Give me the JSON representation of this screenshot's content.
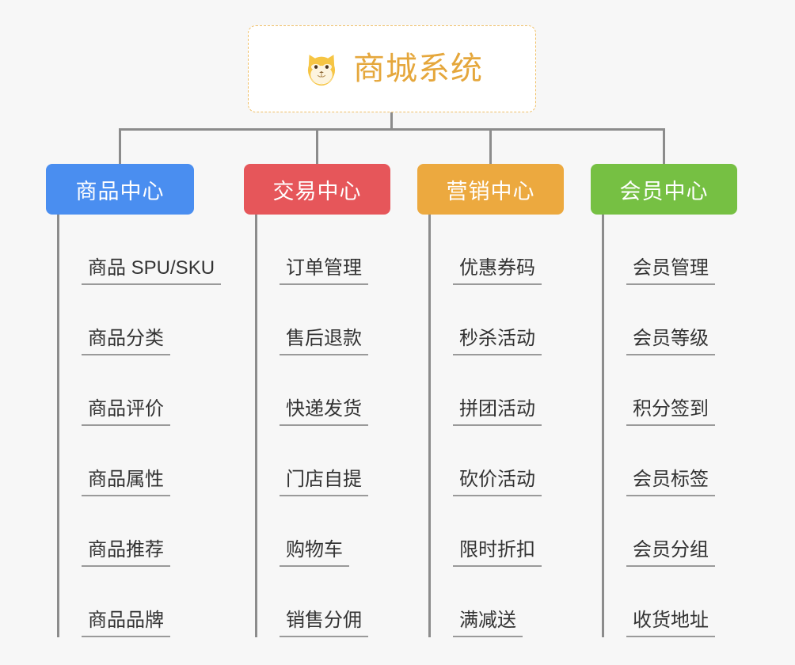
{
  "root": {
    "title": "商城系统",
    "icon": "shiba-dog-face-icon",
    "border_color": "#f0c068",
    "text_color": "#e5a73c",
    "background": "#ffffff"
  },
  "canvas": {
    "background": "#f7f7f7",
    "connector_color": "#8c8c8c",
    "leaf_rule_color": "#9a9a9a",
    "leaf_text_color": "#333333"
  },
  "branches": [
    {
      "label": "商品中心",
      "color": "#4a8ef0",
      "leaves": [
        "商品 SPU/SKU",
        "商品分类",
        "商品评价",
        "商品属性",
        "商品推荐",
        "商品品牌"
      ]
    },
    {
      "label": "交易中心",
      "color": "#e6565a",
      "leaves": [
        "订单管理",
        "售后退款",
        "快递发货",
        "门店自提",
        "购物车",
        "销售分佣"
      ]
    },
    {
      "label": "营销中心",
      "color": "#eca93f",
      "leaves": [
        "优惠券码",
        "秒杀活动",
        "拼团活动",
        "砍价活动",
        "限时折扣",
        "满减送"
      ]
    },
    {
      "label": "会员中心",
      "color": "#76c043",
      "leaves": [
        "会员管理",
        "会员等级",
        "积分签到",
        "会员标签",
        "会员分组",
        "收货地址"
      ]
    }
  ]
}
